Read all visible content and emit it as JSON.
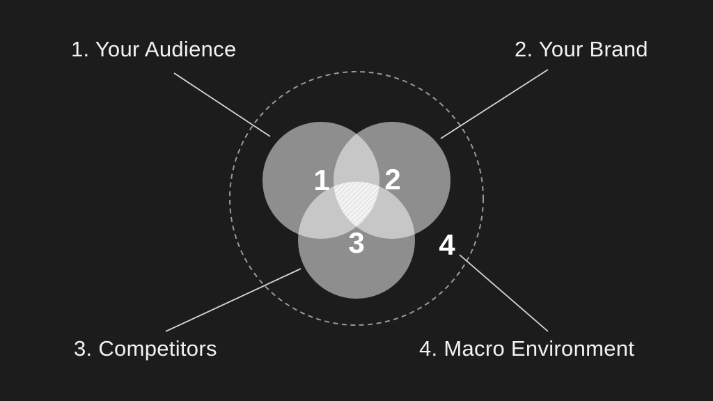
{
  "slide": {
    "labels": {
      "audience": "1. Your Audience",
      "brand": "2. Your Brand",
      "competitors": "3. Competitors",
      "macro": "4. Macro Environment"
    },
    "venn": {
      "numbers": {
        "audience": "1",
        "brand": "2",
        "competitors": "3",
        "macro": "4"
      }
    },
    "colors": {
      "background": "#1c1c1c",
      "text": "#f2f2f2",
      "circle_fill": "#ffffff",
      "dashed_circle_stroke": "#9a9a9a",
      "connector_line": "#d6d6d6",
      "hatch_stripe": "#f0f0f0"
    }
  }
}
